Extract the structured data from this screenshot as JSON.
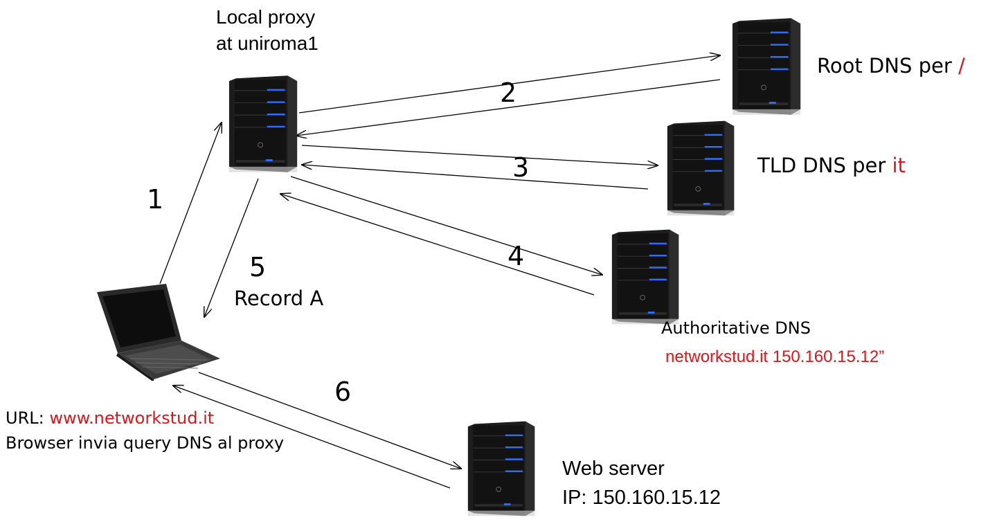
{
  "nodes": {
    "local_proxy": {
      "line1": "Local proxy",
      "line2": "at uniroma1"
    },
    "root_dns": {
      "text": "Root DNS per ",
      "highlight": "/"
    },
    "tld_dns": {
      "text": "TLD DNS per ",
      "highlight": "it"
    },
    "authoritative_dns": {
      "title": "Authoritative DNS",
      "record": "networkstud.it  150.160.15.12”"
    },
    "web_server": {
      "line1": "Web server",
      "line2": "IP: 150.160.15.12"
    },
    "client": {
      "url_label": "URL: ",
      "url_value": "www.networkstud.it",
      "description": "Browser invia query DNS al proxy"
    }
  },
  "steps": {
    "s1": "1",
    "s2": "2",
    "s3": "3",
    "s4": "4",
    "s5": "5",
    "s5_label": "Record A",
    "s6": "6"
  },
  "colors": {
    "highlight": "#e0141b",
    "server_led": "#2f6bff",
    "server_body": "#1a1a1a"
  },
  "icons": {
    "server": "server-tower-icon",
    "laptop": "laptop-icon"
  }
}
